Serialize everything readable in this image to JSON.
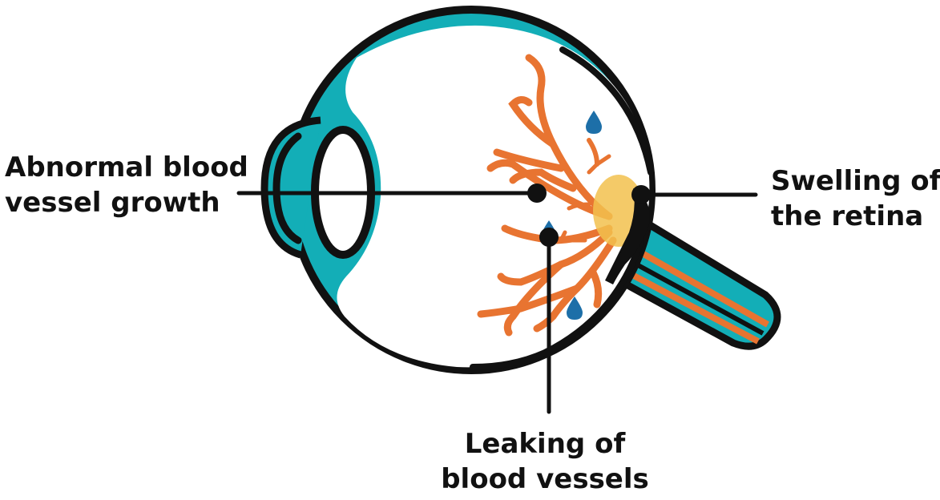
{
  "colors": {
    "sclera": "#13AEB7",
    "outline": "#111111",
    "vessel": "#E87431",
    "fluid_drop": "#1D6FA8",
    "swelling": "#F2C14E",
    "background": "#FFFFFF"
  },
  "labels": {
    "abnormal_growth": {
      "line1": "Abnormal blood",
      "line2": "vessel growth"
    },
    "swelling_retina": {
      "line1": "Swelling of",
      "line2": "the retina"
    },
    "leaking_vessels": {
      "line1": "Leaking of",
      "line2": "blood vessels"
    }
  },
  "icons": [
    "eye-cross-section",
    "blood-vessels",
    "fluid-drop-icon",
    "optic-nerve",
    "lens",
    "swelling-patch"
  ]
}
